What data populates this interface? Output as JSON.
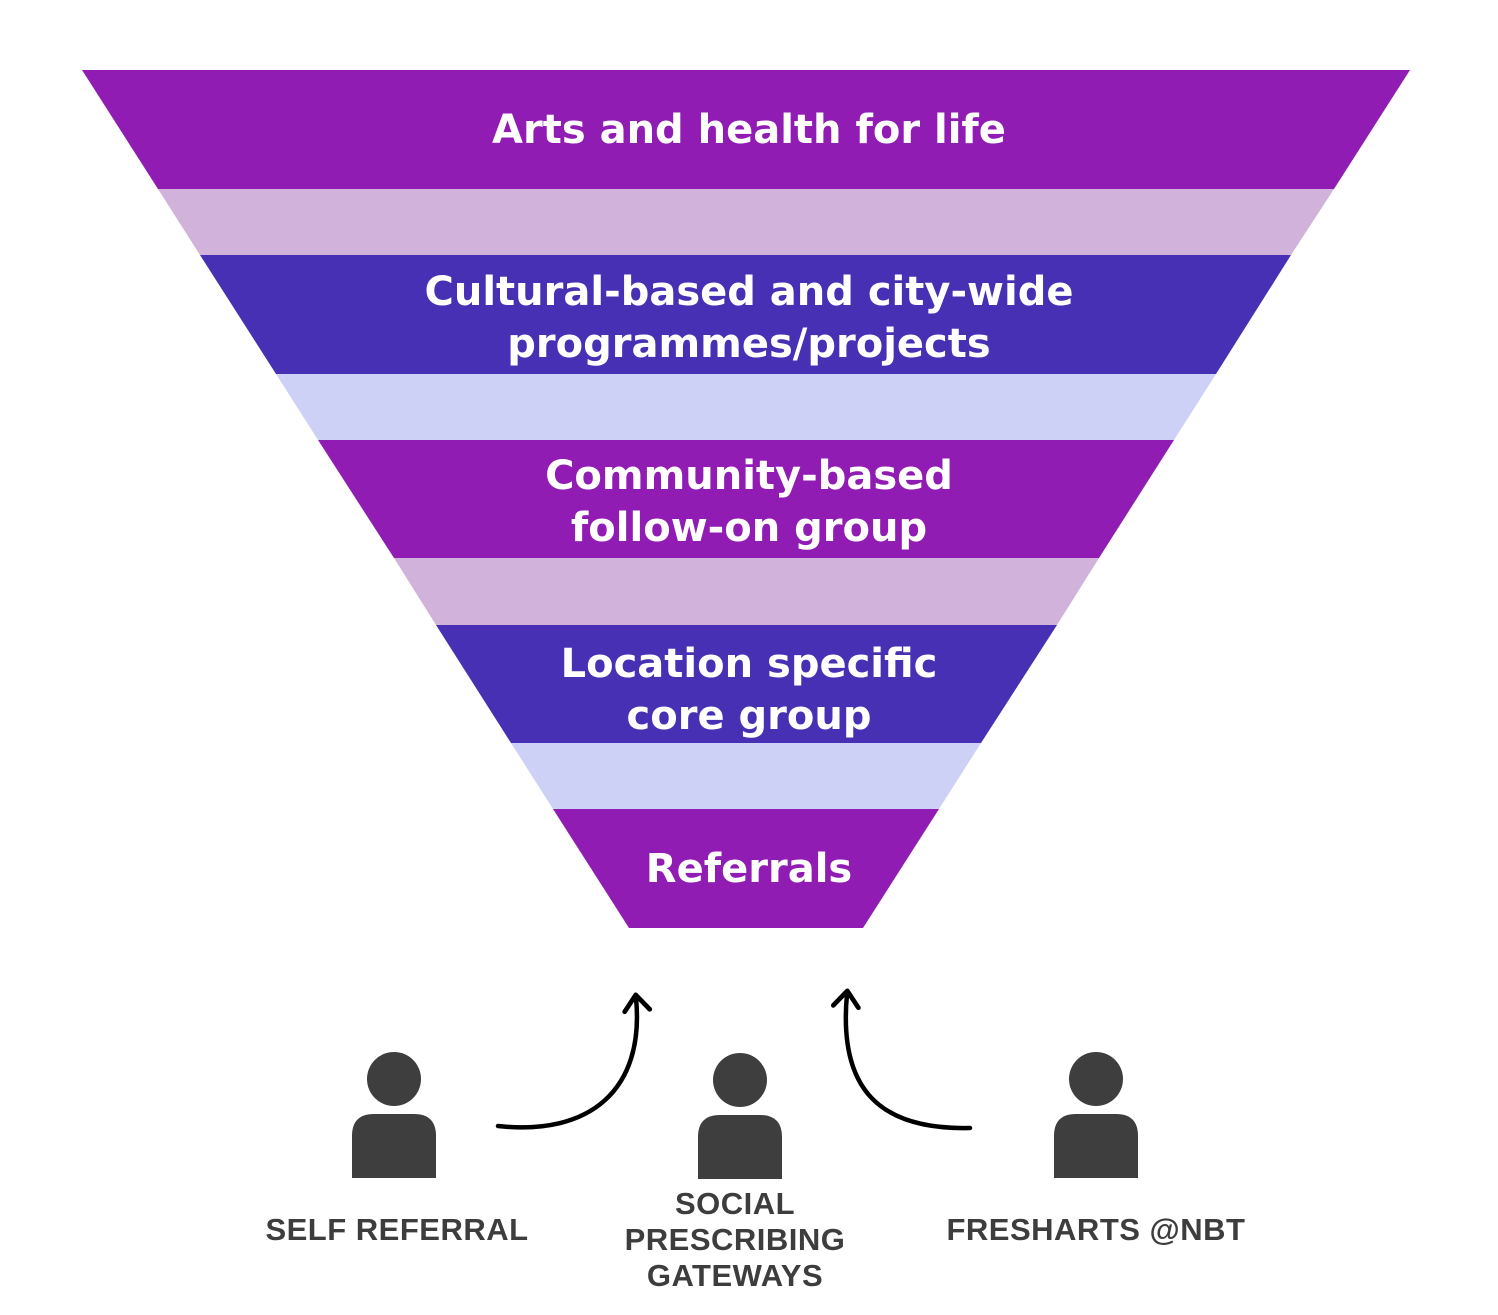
{
  "colors": {
    "purple": "#911CB3",
    "indigo": "#4730B3",
    "purple_band": "#D0B2DA",
    "indigo_band": "#CDD1F5",
    "icon": "#3E3E3E",
    "arrow": "#000000"
  },
  "tiers": [
    {
      "label": "Arts and health for life",
      "color": "purple"
    },
    {
      "label": "Cultural-based and city-wide\nprogrammes/projects",
      "color": "indigo"
    },
    {
      "label": "Community-based\nfollow-on group",
      "color": "purple"
    },
    {
      "label": "Location specific\ncore group",
      "color": "indigo"
    },
    {
      "label": "Referrals",
      "color": "purple"
    }
  ],
  "sources": [
    {
      "label": "SELF REFERRAL",
      "icon": "person-icon"
    },
    {
      "label": "SOCIAL\nPRESCRIBING\nGATEWAYS",
      "icon": "person-icon"
    },
    {
      "label": "FRESHARTS @NBT",
      "icon": "person-icon"
    }
  ]
}
